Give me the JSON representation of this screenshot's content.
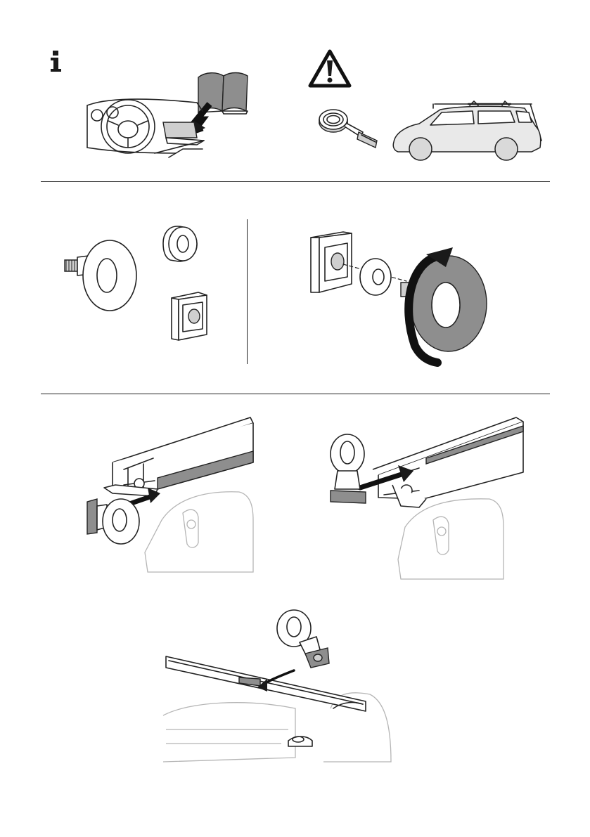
{
  "page": {
    "sections": [
      {
        "name": "safety-and-info",
        "panels": [
          "info-manual",
          "warning-strap-car"
        ]
      },
      {
        "name": "parts-and-assembly",
        "panels": [
          "parts-overview",
          "assembly-diagram"
        ]
      },
      {
        "name": "mounting",
        "panels": [
          "insert-into-slot-left",
          "insert-into-slot-right",
          "slide-into-top-slot"
        ]
      }
    ],
    "icons": {
      "info": "info-icon",
      "warning": "warning-triangle-icon",
      "rotation": "rotation-arrow-icon",
      "insert": "insert-arrow-icon"
    },
    "colors": {
      "line": "#222222",
      "shade": "#8e8e8e",
      "light_shade": "#cfcfcf",
      "faint": "#b5b5b5",
      "background": "#ffffff"
    }
  }
}
